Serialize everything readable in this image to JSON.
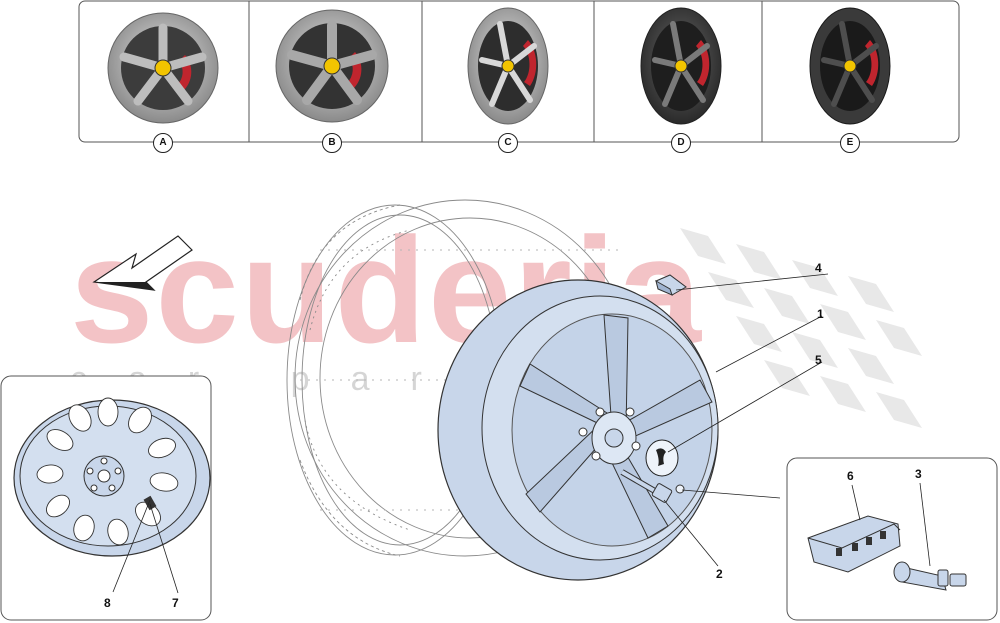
{
  "watermark": {
    "main": "scuderia",
    "sub": "car parts"
  },
  "variants": [
    "A",
    "B",
    "C",
    "D",
    "E"
  ],
  "callouts": [
    "1",
    "2",
    "3",
    "4",
    "5",
    "6",
    "7",
    "8"
  ],
  "colors": {
    "part_fill": "#c8d6ea",
    "caliper": "#c0252e",
    "badge": "#f2c400",
    "watermark": "#f3c3c6"
  }
}
